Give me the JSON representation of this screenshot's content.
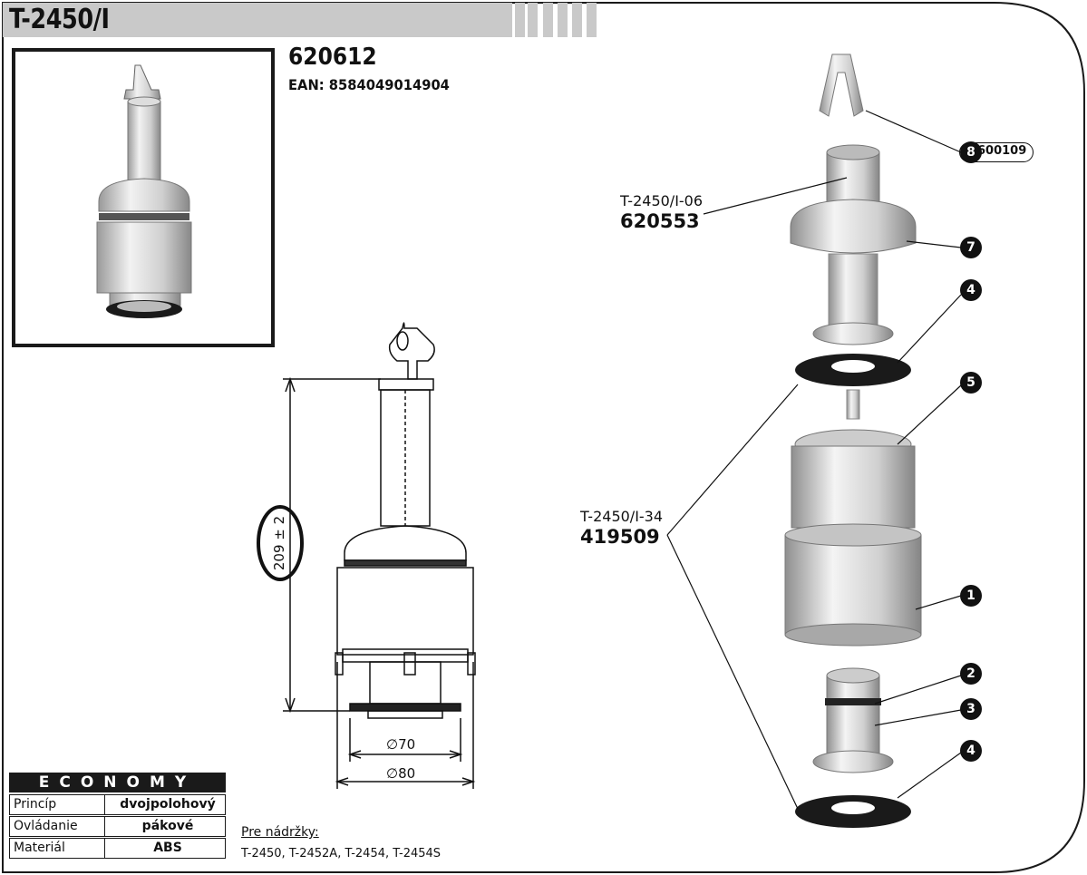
{
  "header": {
    "title": "T-2450/I"
  },
  "product": {
    "code": "620612",
    "ean": "EAN: 8584049014904"
  },
  "callouts": {
    "float_name": "T-2450/I-06",
    "float_code": "620553",
    "seal_name": "T-2450/I-34",
    "seal_code": "419509",
    "clip_code": "600109"
  },
  "parts": [
    "8",
    "7",
    "4",
    "5",
    "1",
    "2",
    "3",
    "4"
  ],
  "drawing": {
    "height_dim": "209 ± 2",
    "diam_inner": "∅70",
    "diam_outer": "∅80"
  },
  "spec": {
    "heading": "ECONOMY",
    "rows": [
      {
        "label": "Princíp",
        "value": "dvojpolohový"
      },
      {
        "label": "Ovládanie",
        "value": "pákové"
      },
      {
        "label": "Materiál",
        "value": "ABS"
      }
    ]
  },
  "tanks": {
    "label": "Pre nádržky:",
    "list": "T-2450, T-2452A, T-2454, T-2454S"
  }
}
